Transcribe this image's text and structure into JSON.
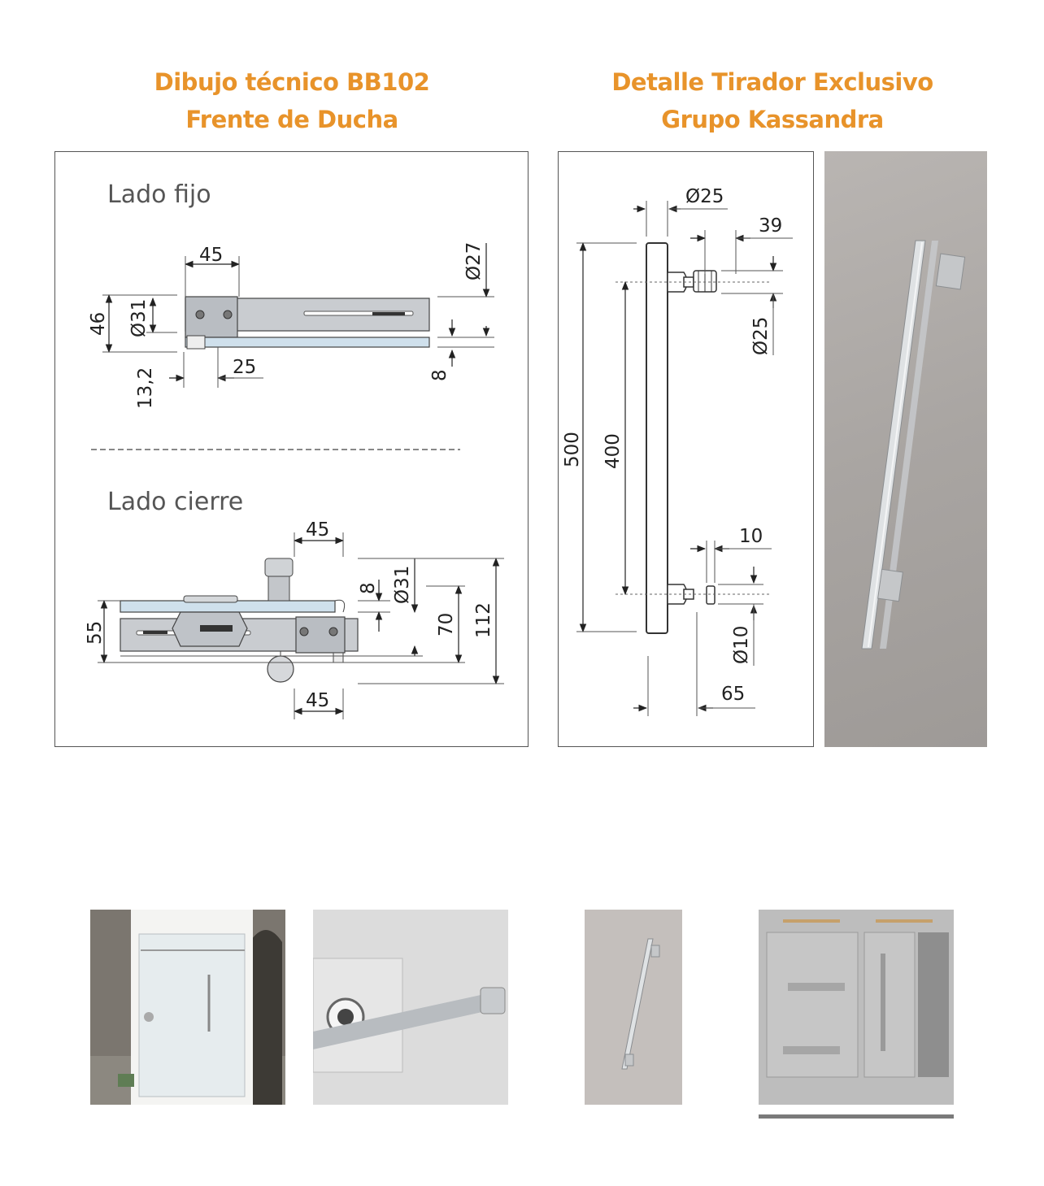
{
  "left_title": {
    "line1": "Dibujo técnico BB102",
    "line2": "Frente de Ducha"
  },
  "right_title": {
    "line1": "Detalle Tirador Exclusivo",
    "line2": "Grupo Kassandra"
  },
  "left_drawing": {
    "fixed_side_label": "Lado fijo",
    "fixed_dims": {
      "width_top": "45",
      "height": "46",
      "diameter_31": "Ø31",
      "diameter_27": "Ø27",
      "offset": "13,2",
      "gap": "25",
      "glass": "8"
    },
    "closing_side_label": "Lado cierre",
    "closing_dims": {
      "width_top": "45",
      "height": "55",
      "glass": "8",
      "diameter_31": "Ø31",
      "d70": "70",
      "d112": "112",
      "width_bottom": "45"
    }
  },
  "handle_drawing": {
    "top_diameter": "Ø25",
    "top_offset": "39",
    "knob_diameter": "Ø25",
    "total_length": "500",
    "center_distance": "400",
    "bottom_offset": "10",
    "bottom_diameter": "Ø10",
    "projection": "65"
  },
  "colors": {
    "accent": "#e8932a",
    "metal": "#c8ccd0",
    "glass": "#bcd7e8"
  },
  "thumbnails": [
    {
      "name": "shower-front-photo"
    },
    {
      "name": "roller-closeup-photo"
    },
    {
      "name": "handle-photo"
    },
    {
      "name": "technical-sheet-thumbnail",
      "active": true
    }
  ]
}
